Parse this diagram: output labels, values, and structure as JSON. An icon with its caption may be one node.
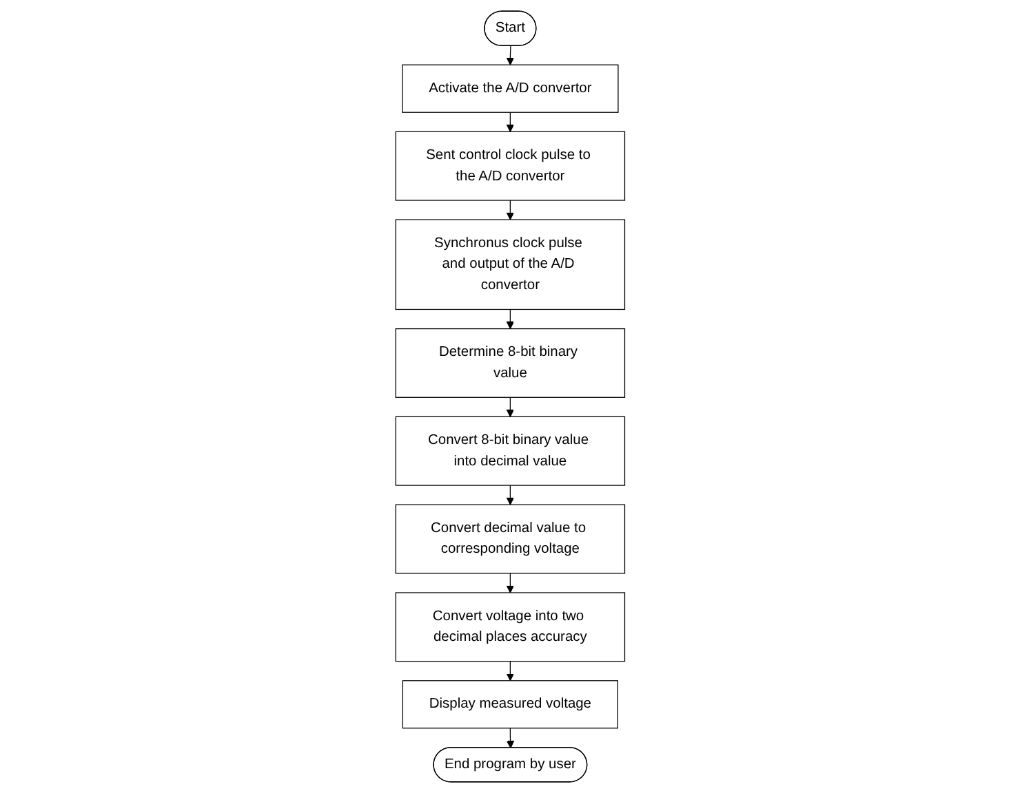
{
  "diagram": {
    "nodes": [
      {
        "text": [
          "Start"
        ]
      },
      {
        "text": [
          "Activate the A/D convertor"
        ]
      },
      {
        "text": [
          "Sent control clock pulse to the A/D convertor"
        ]
      },
      {
        "text": [
          "Synchronus clock pulse and output of the A/D convertor"
        ]
      },
      {
        "text": [
          "Determine 8-bit binary value"
        ]
      },
      {
        "text": [
          "Convert 8-bit binary value into decimal value"
        ]
      },
      {
        "text": [
          "Convert decimal value to corresponding voltage"
        ]
      },
      {
        "text": [
          "Convert voltage into two decimal places accuracy"
        ]
      },
      {
        "text": [
          "Display measured voltage"
        ]
      },
      {
        "text": [
          "End program by user"
        ]
      }
    ],
    "edges": [
      {
        "from": 0,
        "to": 1,
        "arrow": "to"
      },
      {
        "from": 1,
        "to": 2,
        "arrow": "to"
      },
      {
        "from": 2,
        "to": 3,
        "arrow": "to"
      },
      {
        "from": 3,
        "to": 4,
        "arrow": "to"
      },
      {
        "from": 4,
        "to": 5,
        "arrow": "to"
      },
      {
        "from": 5,
        "to": 6,
        "arrow": "to"
      },
      {
        "from": 6,
        "to": 7,
        "arrow": "to"
      },
      {
        "from": 7,
        "to": 8,
        "arrow": "to"
      },
      {
        "from": 8,
        "to": 9,
        "arrow": "to"
      }
    ]
  }
}
